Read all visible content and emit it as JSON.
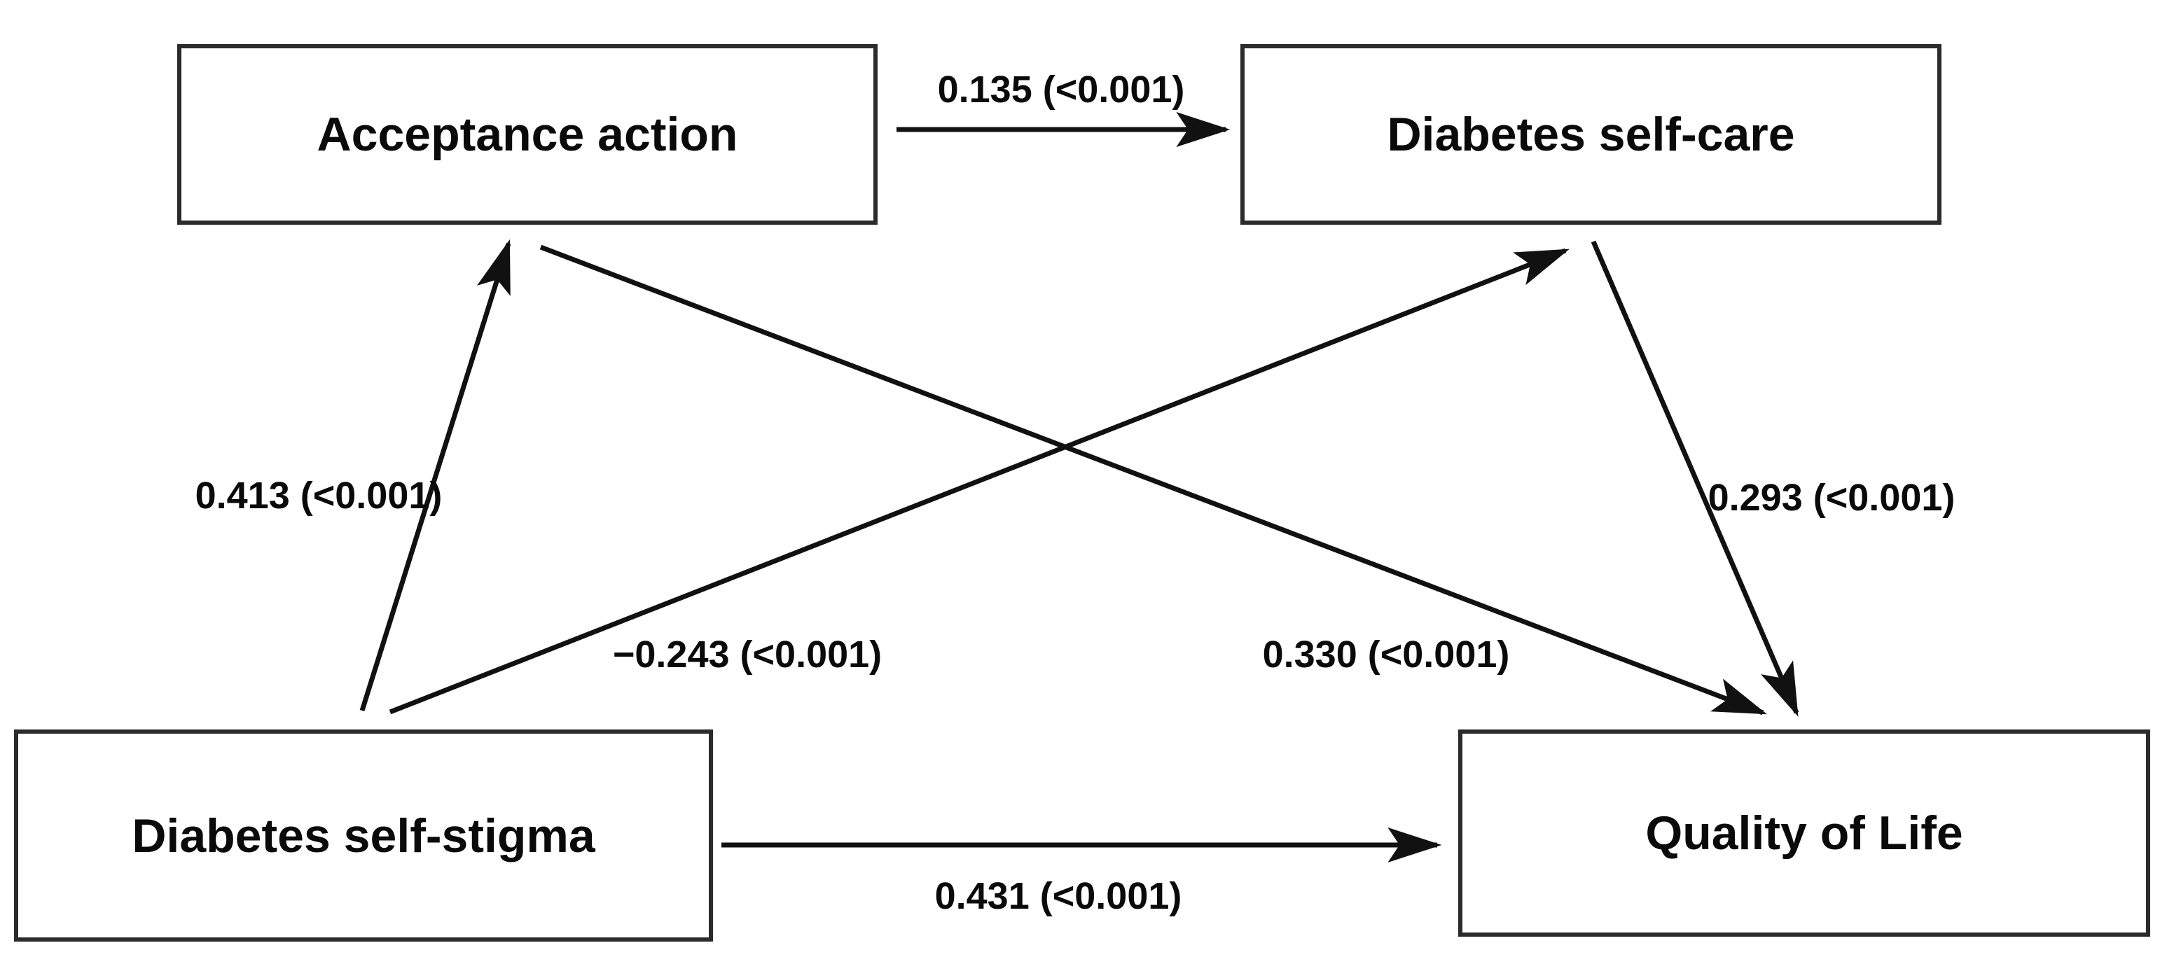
{
  "diagram": {
    "type": "path-model",
    "background_color": "#ffffff",
    "line_color": "#111111",
    "box_border_color": "#2b2b2b",
    "text_color": "#0a0a0a",
    "nodes": [
      {
        "id": "acceptance-action",
        "label": "Acceptance action"
      },
      {
        "id": "diabetes-self-care",
        "label": "Diabetes self-care"
      },
      {
        "id": "diabetes-self-stigma",
        "label": "Diabetes self-stigma"
      },
      {
        "id": "quality-of-life",
        "label": "Quality of Life"
      }
    ],
    "edges": [
      {
        "from": "Acceptance action",
        "to": "Diabetes self-care",
        "label": "0.135 (<0.001)"
      },
      {
        "from": "Diabetes self-stigma",
        "to": "Acceptance action",
        "label": "0.413 (<0.001)"
      },
      {
        "from": "Diabetes self-stigma",
        "to": "Diabetes self-care",
        "label": "−0.243 (<0.001)"
      },
      {
        "from": "Acceptance action",
        "to": "Quality of Life",
        "label": "0.330 (<0.001)"
      },
      {
        "from": "Diabetes self-care",
        "to": "Quality of Life",
        "label": "0.293 (<0.001)"
      },
      {
        "from": "Diabetes self-stigma",
        "to": "Quality of Life",
        "label": "0.431 (<0.001)"
      }
    ]
  }
}
